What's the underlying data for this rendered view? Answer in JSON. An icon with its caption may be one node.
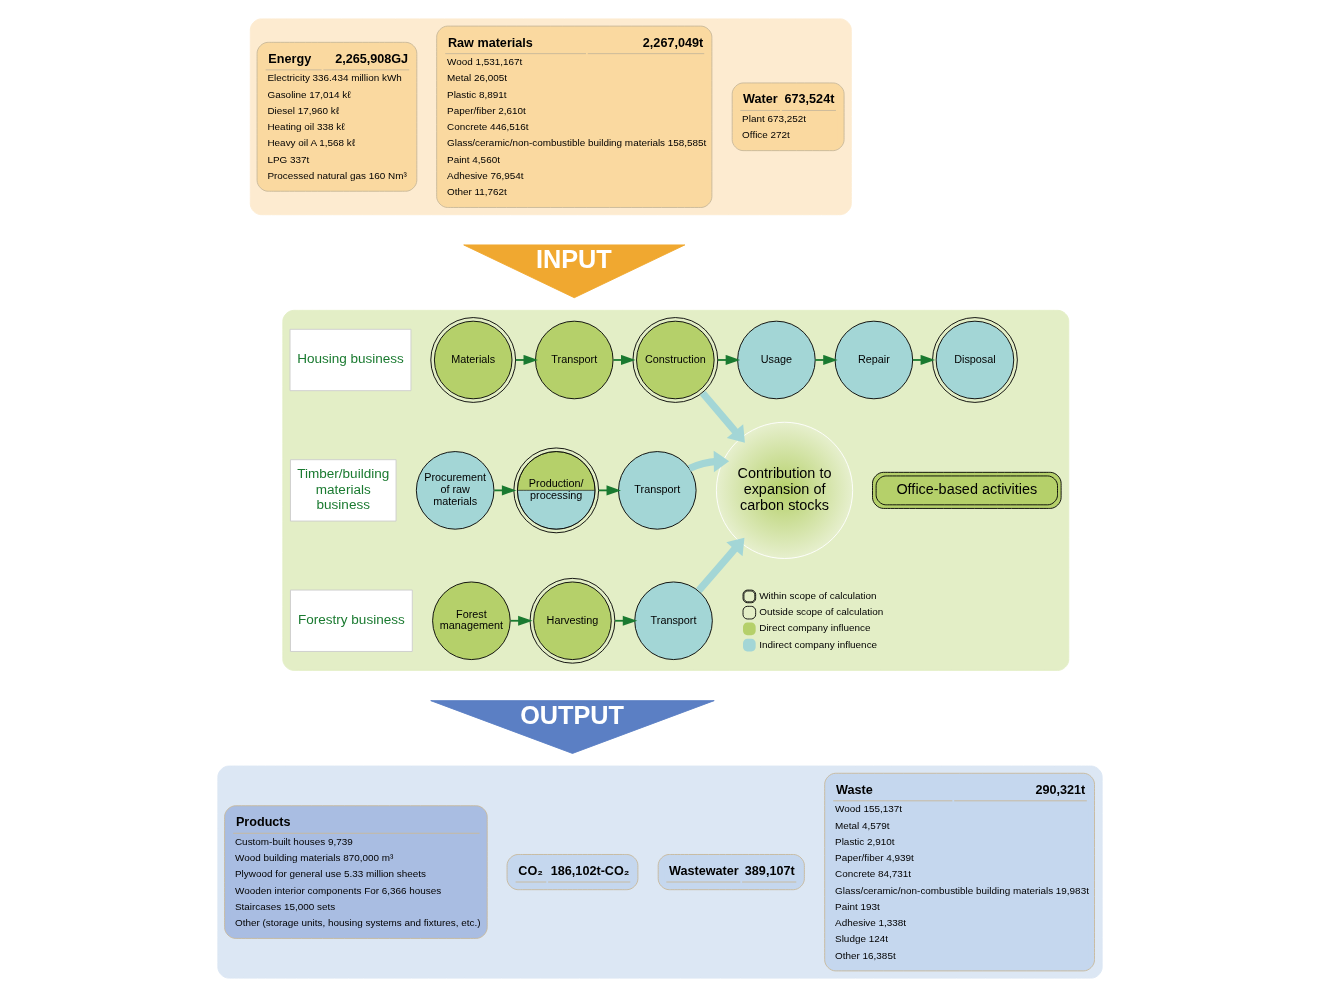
{
  "diagram": {
    "nodes": [
      {
        "text": [],
        "shape": "box"
      },
      {
        "text": [
          "Energy",
          "2,265,908GJ",
          "Electricity 336.434 million kWh",
          "Gasoline 17,014 kℓ",
          "Diesel 17,960 kℓ",
          "Heating oil 338 kℓ",
          "Heavy oil A 1,568 kℓ",
          "LPG 337t",
          "Processed natural gas 160 Nm³"
        ],
        "in": 0
      },
      {
        "text": [
          "Raw materials",
          "2,267,049t",
          "Wood 1,531,167t",
          "Metal 26,005t",
          "Plastic 8,891t",
          "Paper/fiber 2,610t",
          "Concrete 446,516t",
          "Glass/ceramic/non-combustible building materials 158,585t",
          "Paint 4,560t",
          "Adhesive 76,954t",
          "Other 11,762t"
        ],
        "in": 0
      },
      {
        "text": [
          "Water",
          "673,524t",
          "Plant 673,252t",
          "Office 272t"
        ],
        "in": 0
      },
      {
        "text": [
          "INPUT"
        ]
      },
      {
        "text": [],
        "shape": "box"
      },
      {
        "text": [
          "Housing business"
        ],
        "in": 5
      },
      {
        "text": [
          "Materials"
        ],
        "in": 5
      },
      {
        "text": [
          "Transport"
        ],
        "in": 5
      },
      {
        "text": [
          "Construction"
        ],
        "in": 5
      },
      {
        "text": [
          "Usage"
        ],
        "in": 5
      },
      {
        "text": [
          "Repair"
        ],
        "in": 5
      },
      {
        "text": [
          "Disposal"
        ],
        "in": 5
      },
      {
        "text": [
          "Office-based activities"
        ],
        "in": 5
      },
      {
        "text": [
          "Timber/building materials business"
        ],
        "in": 5
      },
      {
        "text": [
          "Procurement of raw materials"
        ],
        "in": 5
      },
      {
        "text": [
          "Production/ processing"
        ],
        "in": 5
      },
      {
        "text": [
          "Transport"
        ],
        "in": 5
      },
      {
        "text": [
          "Contribution to expansion of carbon stocks"
        ],
        "in": 5
      },
      {
        "text": [
          "Forestry business"
        ],
        "in": 5
      },
      {
        "text": [
          "Forest management"
        ],
        "in": 5
      },
      {
        "text": [
          "Harvesting"
        ],
        "in": 5
      },
      {
        "text": [
          "Transport"
        ],
        "in": 5
      },
      {
        "text": [
          "OUTPUT"
        ]
      },
      {
        "text": [],
        "shape": "box"
      },
      {
        "text": [
          "Products",
          "Custom-built houses 9,739",
          "Wood building materials 870,000 m³",
          "Plywood for general use 5.33 million sheets",
          "Wooden interior components For 6,366 houses",
          "Staircases 15,000 sets",
          "Other (storage units, housing systems and fixtures, etc.)"
        ],
        "in": 24
      },
      {
        "text": [
          "CO₂",
          "186,102t-CO₂"
        ],
        "in": 24
      },
      {
        "text": [
          "Wastewater",
          "389,107t"
        ],
        "in": 24
      },
      {
        "text": [
          "Waste",
          "290,321t",
          "Wood 155,137t",
          "Metal 4,579t",
          "Plastic 2,910t",
          "Paper/fiber 4,939t",
          "Concrete 84,731t",
          "Glass/ceramic/non-combustible building materials 19,983t",
          "Paint 193t",
          "Adhesive 1,338t",
          "Sludge 124t",
          "Other 16,385t"
        ],
        "in": 24
      }
    ],
    "edges": [
      {
        "from": 7,
        "to": 8,
        "arrow": "to"
      },
      {
        "from": 8,
        "to": 9,
        "arrow": "to"
      },
      {
        "from": 9,
        "to": 10,
        "arrow": "to"
      },
      {
        "from": 10,
        "to": 11,
        "arrow": "to"
      },
      {
        "from": 11,
        "to": 12,
        "arrow": "to"
      },
      {
        "from": 15,
        "to": 16,
        "arrow": "to"
      },
      {
        "from": 16,
        "to": 17,
        "arrow": "to"
      },
      {
        "from": 20,
        "to": 21,
        "arrow": "to"
      },
      {
        "from": 21,
        "to": 22,
        "arrow": "to"
      },
      {
        "from": 9,
        "to": 18,
        "arrow": "to",
        "style": "thick",
        "color": "#a3d6d6"
      },
      {
        "from": 17,
        "to": 18,
        "arrow": "to",
        "style": "thick",
        "color": "#a3d6d6"
      },
      {
        "from": 22,
        "to": 18,
        "arrow": "to",
        "style": "thick",
        "color": "#a3d6d6"
      }
    ],
    "legend": [
      {
        "text": "Within scope of calculation"
      },
      {
        "text": "Outside scope of calculation"
      },
      {
        "text": "Direct company influence",
        "color": "#b5d06a"
      },
      {
        "text": "Indirect company influence",
        "color": "#a3d6d6"
      }
    ]
  }
}
